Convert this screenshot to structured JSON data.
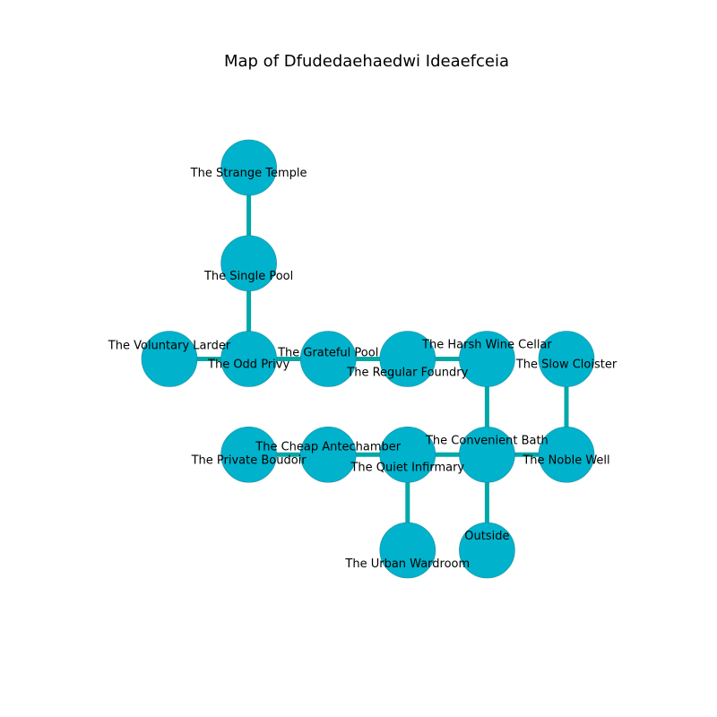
{
  "title": "Map of Dfudedaehaedwi Ideaefceia",
  "colors": {
    "room_fill": "#00b2cc",
    "room_stroke": "#1a8a9a",
    "corridor": "#00a8a8"
  },
  "rooms": [
    {
      "id": "strange-temple",
      "name": "The Strange Temple",
      "col": 1,
      "row": 0
    },
    {
      "id": "single-pool",
      "name": "The Single Pool",
      "col": 1,
      "row": 1
    },
    {
      "id": "voluntary-larder",
      "name": "The Voluntary Larder",
      "col": 0,
      "row": 2
    },
    {
      "id": "odd-privy",
      "name": "The Odd Privy",
      "col": 1,
      "row": 2
    },
    {
      "id": "grateful-pool",
      "name": "The Grateful Pool",
      "col": 2,
      "row": 2
    },
    {
      "id": "regular-foundry",
      "name": "The Regular Foundry",
      "col": 3,
      "row": 2
    },
    {
      "id": "harsh-wine-cellar",
      "name": "The Harsh Wine Cellar",
      "col": 4,
      "row": 2
    },
    {
      "id": "slow-cloister",
      "name": "The Slow Cloister",
      "col": 5,
      "row": 2
    },
    {
      "id": "private-boudoir",
      "name": "The Private Boudoir",
      "col": 1,
      "row": 3
    },
    {
      "id": "cheap-antechamber",
      "name": "The Cheap Antechamber",
      "col": 2,
      "row": 3
    },
    {
      "id": "quiet-infirmary",
      "name": "The Quiet Infirmary",
      "col": 3,
      "row": 3
    },
    {
      "id": "convenient-bath",
      "name": "The Convenient Bath",
      "col": 4,
      "row": 3
    },
    {
      "id": "noble-well",
      "name": "The Noble Well",
      "col": 5,
      "row": 3
    },
    {
      "id": "urban-wardroom",
      "name": "The Urban Wardroom",
      "col": 3,
      "row": 4
    },
    {
      "id": "outside",
      "name": "Outside",
      "col": 4,
      "row": 4
    }
  ],
  "corridors": [
    [
      "strange-temple",
      "single-pool"
    ],
    [
      "single-pool",
      "odd-privy"
    ],
    [
      "voluntary-larder",
      "odd-privy"
    ],
    [
      "odd-privy",
      "grateful-pool"
    ],
    [
      "grateful-pool",
      "regular-foundry"
    ],
    [
      "regular-foundry",
      "harsh-wine-cellar"
    ],
    [
      "harsh-wine-cellar",
      "convenient-bath"
    ],
    [
      "slow-cloister",
      "noble-well"
    ],
    [
      "private-boudoir",
      "cheap-antechamber"
    ],
    [
      "cheap-antechamber",
      "quiet-infirmary"
    ],
    [
      "quiet-infirmary",
      "convenient-bath"
    ],
    [
      "convenient-bath",
      "noble-well"
    ],
    [
      "quiet-infirmary",
      "urban-wardroom"
    ],
    [
      "convenient-bath",
      "outside"
    ]
  ]
}
